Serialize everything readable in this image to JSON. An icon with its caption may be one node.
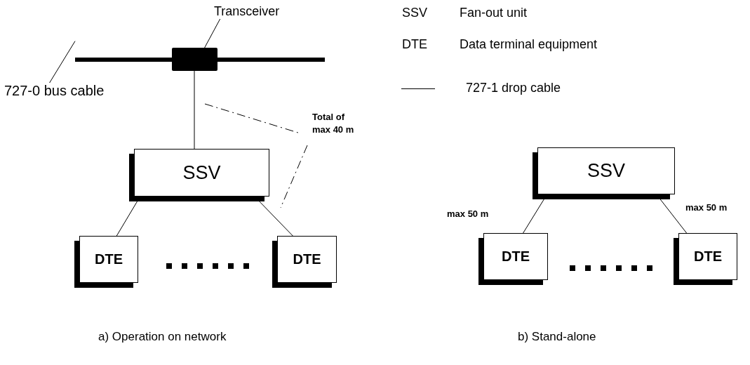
{
  "diagram": {
    "nodes": [
      {
        "text": [
          "Transceiver"
        ]
      },
      {
        "text": [
          "727-0 bus cable"
        ]
      },
      {
        "text": [],
        "shape": "bar"
      },
      {
        "text": [],
        "shape": "box"
      },
      {
        "text": [
          "SSV"
        ]
      },
      {
        "text": [
          "DTE"
        ]
      },
      {
        "text": [
          "DTE"
        ]
      },
      {
        "text": [
          "SSV"
        ]
      },
      {
        "text": [
          "DTE"
        ]
      },
      {
        "text": [
          "DTE"
        ]
      }
    ],
    "edges": [
      {
        "from": 0,
        "to": 3,
        "arrow": "none"
      },
      {
        "from": 1,
        "to": 2,
        "arrow": "none"
      },
      {
        "from": 3,
        "to": 4,
        "arrow": "none"
      },
      {
        "from": 4,
        "to": 5,
        "arrow": "none"
      },
      {
        "from": 4,
        "to": 6,
        "arrow": "none"
      },
      {
        "from": 7,
        "to": 8,
        "arrow": "none",
        "label": "max 50 m"
      },
      {
        "from": 7,
        "to": 9,
        "arrow": "none",
        "label": "max 50 m"
      }
    ],
    "labels": [
      "SSV",
      "Fan-out unit",
      "DTE",
      "Data terminal equipment",
      "Total of max 40 m",
      "a) Operation on network",
      "b) Stand-alone"
    ],
    "legend": [
      {
        "text": "727-1 drop cable"
      }
    ]
  }
}
